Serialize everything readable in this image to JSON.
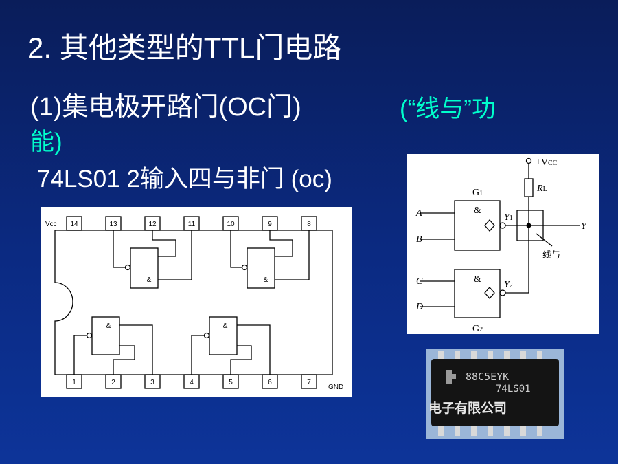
{
  "slide": {
    "title": "2. 其他类型的TTL门电路",
    "line1": "(1)集电极开路门(OC门)",
    "line1_accent": "(“线与”功",
    "line2_accent": "能)",
    "line3": "74LS01    2输入四与非门 (oc)"
  },
  "pinout": {
    "vcc_label": "Vcc",
    "gnd_label": "GND",
    "top_pins": [
      "14",
      "13",
      "12",
      "11",
      "10",
      "9",
      "8"
    ],
    "bottom_pins": [
      "1",
      "2",
      "3",
      "4",
      "5",
      "6",
      "7"
    ],
    "gate_symbol": "&"
  },
  "logic": {
    "vcc": "+V",
    "vcc_sub": "CC",
    "resistor": "R",
    "resistor_sub": "L",
    "g1": "G",
    "g1_sub": "1",
    "g2": "G",
    "g2_sub": "2",
    "in_a": "A",
    "in_b": "B",
    "in_c": "C",
    "in_d": "D",
    "y1": "Y",
    "y1_sub": "1",
    "y2": "Y",
    "y2_sub": "2",
    "out_y": "Y",
    "gate_symbol": "&",
    "wired_and": "线与"
  },
  "photo": {
    "marking1": "88C5EYK",
    "marking2": "74LS01",
    "watermark": "电子有限公司"
  }
}
